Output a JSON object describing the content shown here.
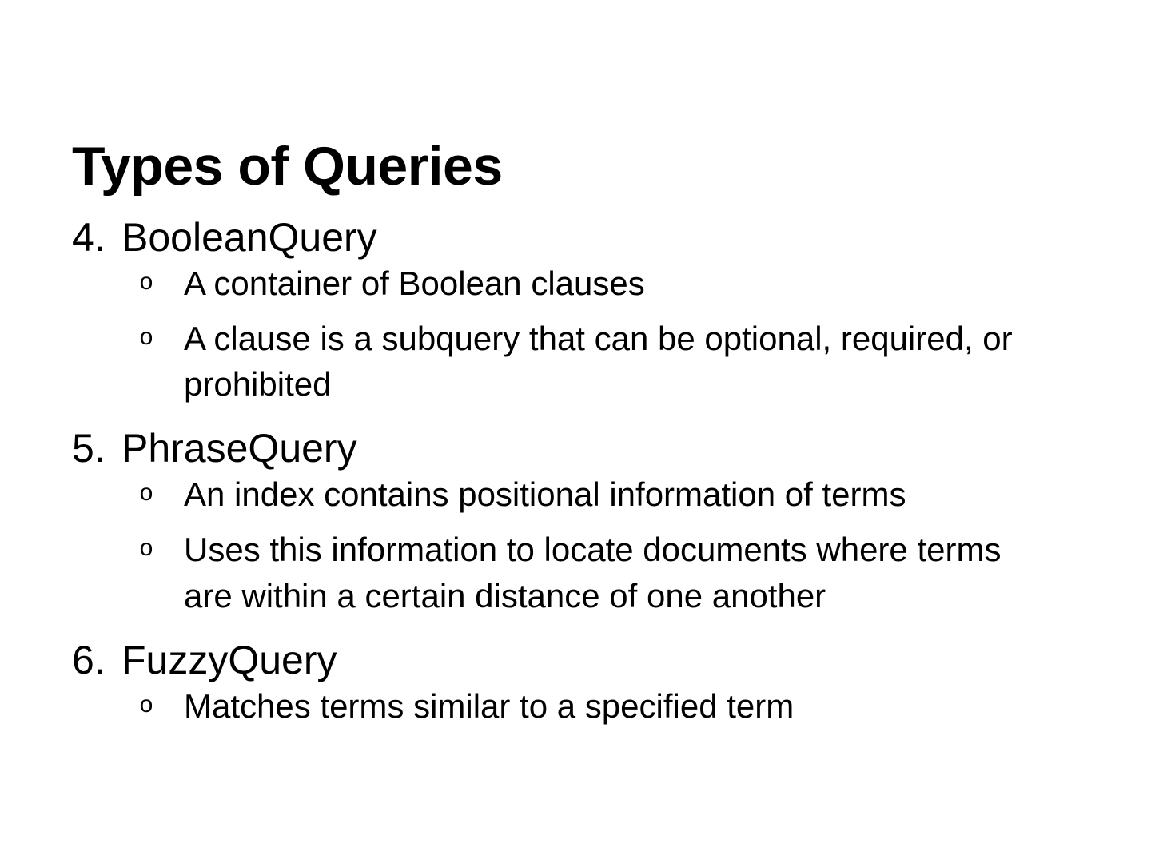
{
  "slide": {
    "title": "Types of Queries",
    "background_color": "#ffffff",
    "text_color": "#000000",
    "bullet_marker": "o",
    "groups": [
      {
        "number": "4.",
        "name": "BooleanQuery",
        "bullets": [
          "A container of Boolean clauses",
          "A clause is a subquery that can be optional, required, or prohibited"
        ]
      },
      {
        "number": "5.",
        "name": "PhraseQuery",
        "bullets": [
          "An index contains positional information of terms",
          "Uses this information to locate documents where terms are within a certain distance of one another"
        ]
      },
      {
        "number": "6.",
        "name": "FuzzyQuery",
        "bullets": [
          "Matches terms similar to a specified term"
        ]
      }
    ]
  }
}
